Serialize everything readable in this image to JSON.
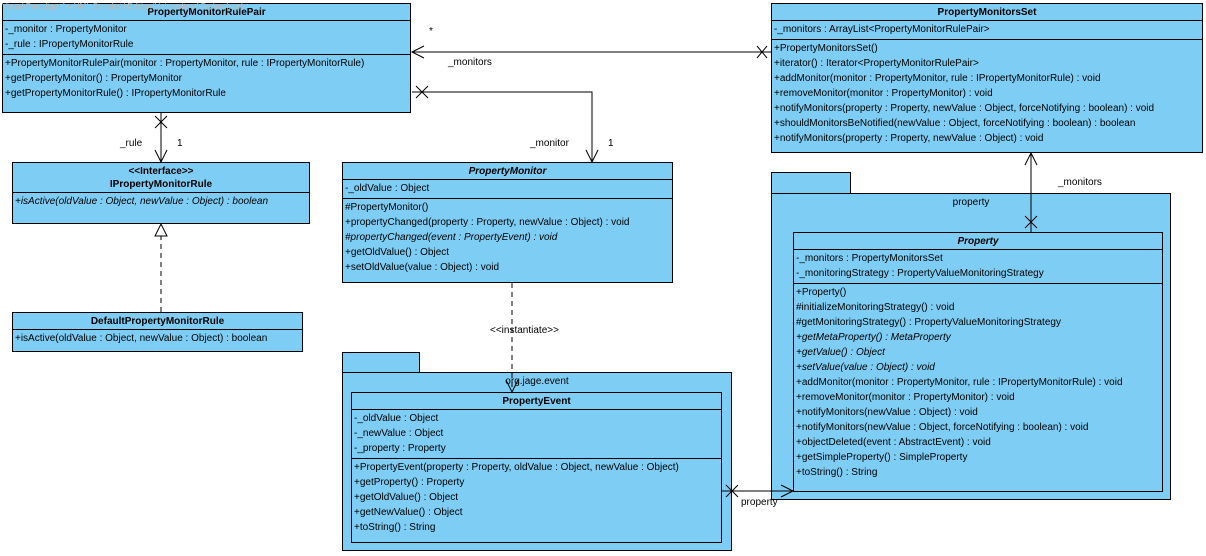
{
  "watermark": "Visual Paradigm for UML Standard Edition(University of Technology)",
  "classes": {
    "pmrp": {
      "name": "PropertyMonitorRulePair",
      "attributes": [
        "-_monitor : PropertyMonitor",
        "-_rule : IPropertyMonitorRule"
      ],
      "operations": [
        "+PropertyMonitorRulePair(monitor : PropertyMonitor, rule : IPropertyMonitorRule)",
        "+getPropertyMonitor() : PropertyMonitor",
        "+getPropertyMonitorRule() : IPropertyMonitorRule"
      ]
    },
    "pms": {
      "name": "PropertyMonitorsSet",
      "attributes": [
        "-_monitors : ArrayList<PropertyMonitorRulePair>"
      ],
      "operations": [
        "+PropertyMonitorsSet()",
        "+iterator() : Iterator<PropertyMonitorRulePair>",
        "+addMonitor(monitor : PropertyMonitor, rule : IPropertyMonitorRule) : void",
        "+removeMonitor(monitor : PropertyMonitor) : void",
        "+notifyMonitors(property : Property, newValue : Object, forceNotifying : boolean) : void",
        "+shouldMonitorsBeNotified(newValue : Object, forceNotifying : boolean) : boolean",
        "+notifyMonitors(property : Property, newValue : Object) : void"
      ]
    },
    "ipmr": {
      "stereotype": "<<Interface>>",
      "name": "IPropertyMonitorRule",
      "operations": [
        "+isActive(oldValue : Object, newValue : Object) : boolean"
      ]
    },
    "dpmr": {
      "name": "DefaultPropertyMonitorRule",
      "operations": [
        "+isActive(oldValue : Object, newValue : Object) : boolean"
      ]
    },
    "pm": {
      "name": "PropertyMonitor",
      "attributes": [
        "-_oldValue : Object"
      ],
      "operations": [
        "#PropertyMonitor()",
        "+propertyChanged(property : Property, newValue : Object) : void",
        "#propertyChanged(event : PropertyEvent) : void",
        "+getOldValue() : Object",
        "+setOldValue(value : Object) : void"
      ]
    },
    "pe": {
      "name": "PropertyEvent",
      "attributes": [
        "-_oldValue : Object",
        "-_newValue : Object",
        "-_property : Property"
      ],
      "operations": [
        "+PropertyEvent(property : Property, oldValue : Object, newValue : Object)",
        "+getProperty() : Property",
        "+getOldValue() : Object",
        "+getNewValue() : Object",
        "+toString() : String"
      ]
    },
    "prop": {
      "name": "Property",
      "attributes": [
        "-_monitors : PropertyMonitorsSet",
        "-_monitoringStrategy : PropertyValueMonitoringStrategy"
      ],
      "operations": [
        "+Property()",
        "#initializeMonitoringStrategy() : void",
        "#getMonitoringStrategy() : PropertyValueMonitoringStrategy",
        "+getMetaProperty() : MetaProperty",
        "+getValue() : Object",
        "+setValue(value : Object) : void",
        "+addMonitor(monitor : PropertyMonitor, rule : IPropertyMonitorRule) : void",
        "+removeMonitor(monitor : PropertyMonitor) : void",
        "+notifyMonitors(newValue : Object) : void",
        "+notifyMonitors(newValue : Object, forceNotifying : boolean) : void",
        "+objectDeleted(event : AbstractEvent) : void",
        "+getSimpleProperty() : SimpleProperty",
        "+toString() : String"
      ]
    }
  },
  "packages": {
    "property": "property",
    "event": "org.jage.event"
  },
  "labels": {
    "star": "*",
    "monitors_top": "_monitors",
    "rule": "_rule",
    "rule_mult": "1",
    "monitor": "_monitor",
    "monitor_mult": "1",
    "monitors_right": "_monitors",
    "instantiate": "<<instantiate>>",
    "property": "property"
  }
}
